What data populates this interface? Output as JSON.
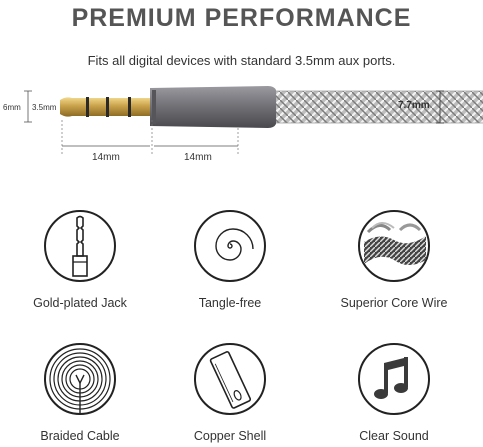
{
  "header": {
    "title": "PREMIUM PERFORMANCE",
    "subtitle": "Fits all digital devices with standard 3.5mm aux ports."
  },
  "diagram": {
    "outer_diameter": "6mm",
    "plug_diameter": "3.5mm",
    "cable_diameter": "7.7mm",
    "plug_length": "14mm",
    "housing_length": "14mm",
    "colors": {
      "gold": "#c9a14a",
      "housing": "#6f6f74",
      "braid_light": "#d9d9d9",
      "braid_dark": "#8a8a8a"
    }
  },
  "features": [
    {
      "label": "Gold-plated Jack",
      "icon": "jack-plug-icon"
    },
    {
      "label": "Tangle-free",
      "icon": "spiral-icon"
    },
    {
      "label": "Superior Core Wire",
      "icon": "braided-wire-icon"
    },
    {
      "label": "Braided Cable",
      "icon": "concentric-rings-icon"
    },
    {
      "label": "Copper Shell",
      "icon": "copper-shell-icon"
    },
    {
      "label": "Clear Sound",
      "icon": "music-note-icon"
    }
  ]
}
